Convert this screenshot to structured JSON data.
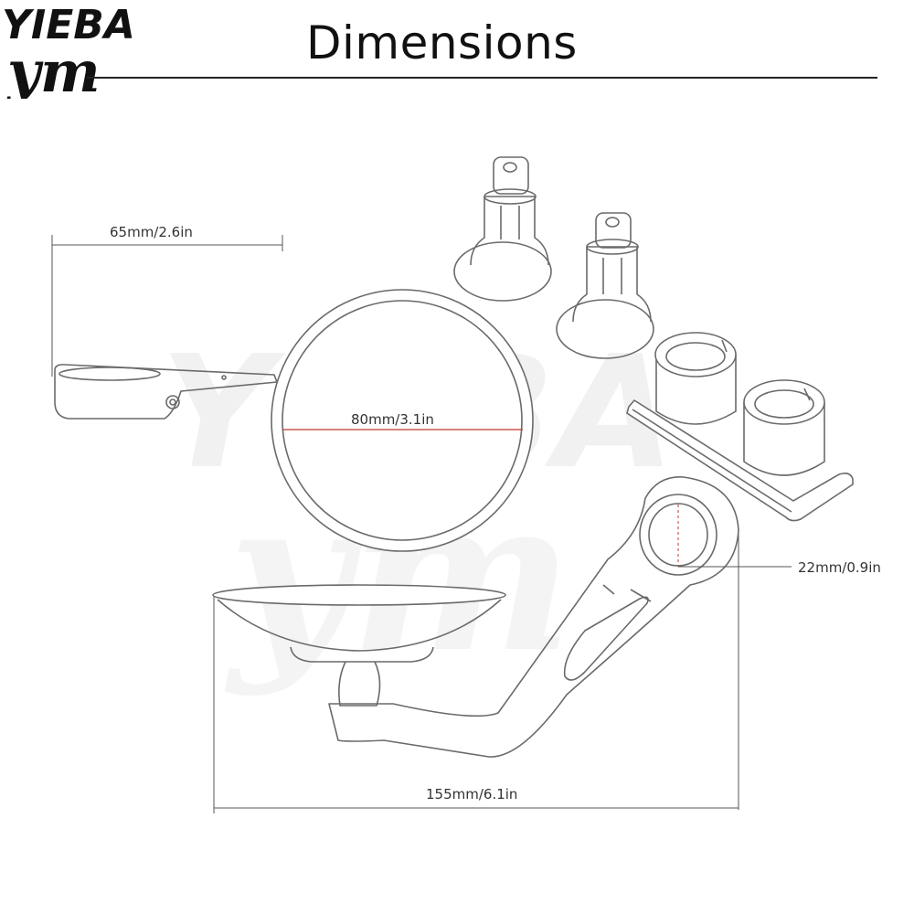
{
  "header": {
    "title": "Dimensions",
    "brand_logo_text": "YIEBA",
    "brand_logo_mark": "ym"
  },
  "watermark": {
    "text": "YIEBA",
    "mark": "ym"
  },
  "dimensions": {
    "length_arm": "65mm/2.6in",
    "mirror_diameter": "80mm/3.1in",
    "clamp_diameter": "22mm/0.9in",
    "overall_length": "155mm/6.1in"
  },
  "colors": {
    "line": "#6a6a6a",
    "dimension_line": "#555555",
    "diameter_line": "#c0392b",
    "watermark": "#e9e9e9",
    "logo": "#111111"
  }
}
